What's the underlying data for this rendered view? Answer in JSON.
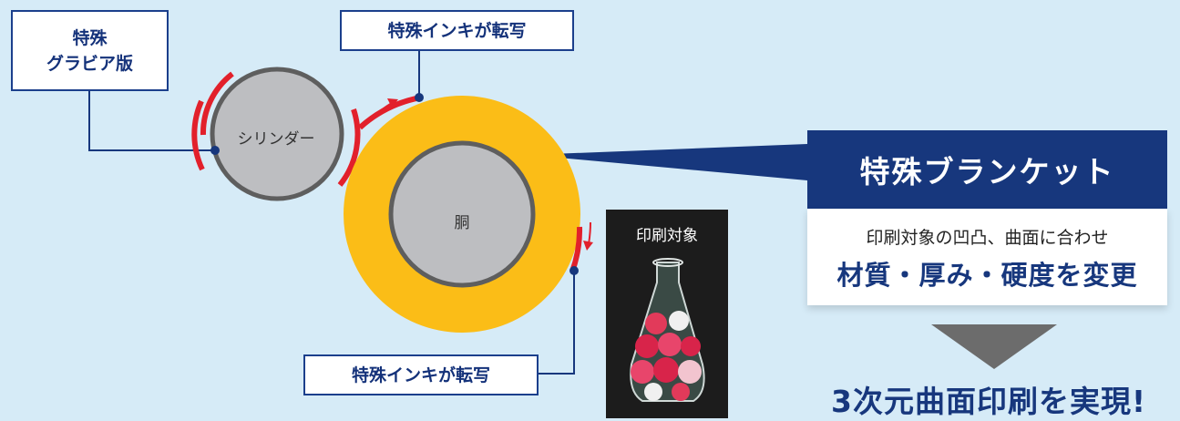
{
  "diagram": {
    "gravure_label": [
      "特殊",
      "グラビア版"
    ],
    "transfer_label_top": "特殊インキが転写",
    "transfer_label_bottom": "特殊インキが転写",
    "cylinder_label": "シリンダー",
    "body_label": "胴",
    "print_target_label": "印刷対象",
    "blanket_title": "特殊ブランケット",
    "blanket_desc_line1": "印刷対象の凹凸、曲面に合わせ",
    "blanket_desc_line2": "材質・厚み・硬度を変更",
    "result": "3次元曲面印刷を実現!"
  },
  "colors": {
    "background": "#d6ebf7",
    "navy": "#17377d",
    "blanket": "#fbbd17",
    "cylinder": "#bdbec1",
    "ink_red": "#e2202b",
    "arrow_gray": "#6c6c6c"
  }
}
